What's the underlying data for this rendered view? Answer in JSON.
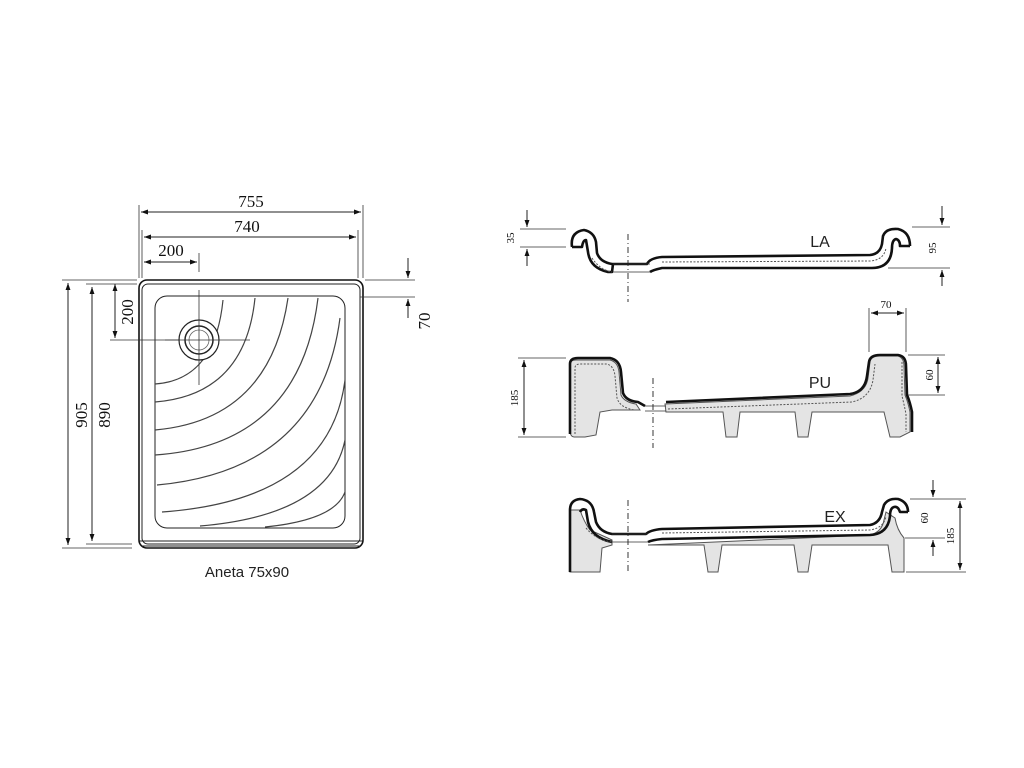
{
  "plan": {
    "dim_width_outer": "755",
    "dim_width_inner": "740",
    "dim_drain_x": "200",
    "dim_drain_y": "200",
    "dim_rim": "70",
    "dim_length_outer": "905",
    "dim_length_inner": "890",
    "caption": "Aneta 75x90"
  },
  "sections": {
    "la": {
      "label": "LA",
      "dim_left": "35",
      "dim_right": "95"
    },
    "pu": {
      "label": "PU",
      "dim_height": "185",
      "dim_top": "70",
      "dim_right": "60"
    },
    "ex": {
      "label": "EX",
      "dim_inner": "60",
      "dim_total": "185"
    }
  }
}
